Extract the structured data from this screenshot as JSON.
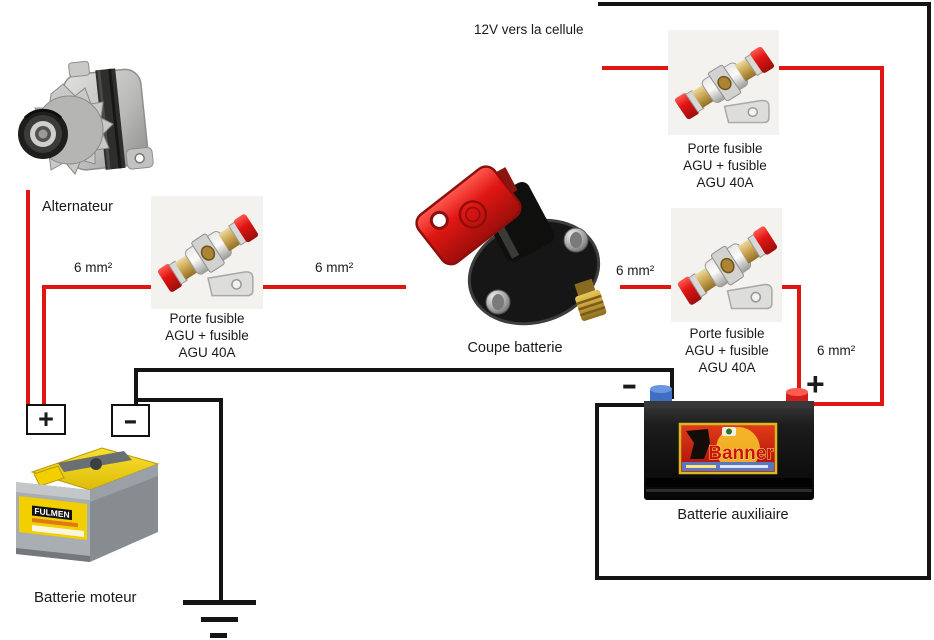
{
  "colors": {
    "wire_red": "#e01613",
    "wire_black": "#141414",
    "background": "#ffffff",
    "text": "#1a1a1a",
    "fuse_bg": "#f3f2ef"
  },
  "labels": {
    "feed_12v": "12V vers la cellule",
    "alternator": "Alternateur",
    "cutoff_switch": "Coupe batterie",
    "engine_battery": "Batterie moteur",
    "aux_battery": "Batterie auxiliaire",
    "wire_gauge": "6 mm²",
    "plus": "+",
    "minus": "-"
  },
  "fuse_holder": {
    "line1": "Porte fusible",
    "line2": "AGU + fusible",
    "line3": "AGU 40A"
  },
  "brands": {
    "engine_battery": "FULMEN",
    "aux_battery": "Banner"
  }
}
